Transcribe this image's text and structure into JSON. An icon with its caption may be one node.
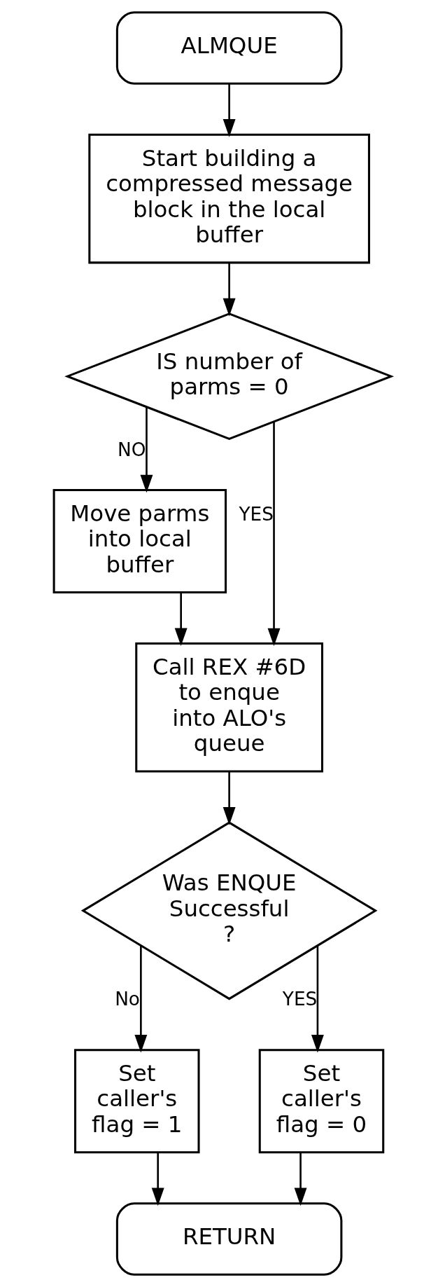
{
  "diagram": {
    "nodes": [
      {
        "text": [
          "ALMQUE"
        ]
      },
      {
        "text": [
          "Start building a compressed message block in the local buffer"
        ]
      },
      {
        "text": [
          "IS number of parms = 0"
        ]
      },
      {
        "text": [
          "Move parms into local buffer"
        ]
      },
      {
        "text": [
          "Call REX #6D to enque into ALO's queue"
        ]
      },
      {
        "text": [
          "Was ENQUE Successful ?"
        ]
      },
      {
        "text": [
          "Set caller's flag = 1"
        ]
      },
      {
        "text": [
          "Set caller's flag = 0"
        ]
      },
      {
        "text": [
          "RETURN"
        ]
      }
    ],
    "edges": [
      {
        "from": 0,
        "to": 1,
        "arrow": "to"
      },
      {
        "from": 1,
        "to": 2,
        "arrow": "to"
      },
      {
        "from": 2,
        "to": 3,
        "arrow": "to",
        "label": "NO"
      },
      {
        "from": 2,
        "to": 4,
        "arrow": "to",
        "label": "YES"
      },
      {
        "from": 3,
        "to": 4,
        "arrow": "to"
      },
      {
        "from": 4,
        "to": 5,
        "arrow": "to"
      },
      {
        "from": 5,
        "to": 6,
        "arrow": "to",
        "label": "No"
      },
      {
        "from": 5,
        "to": 7,
        "arrow": "to",
        "label": "YES"
      },
      {
        "from": 6,
        "to": 8,
        "arrow": "to"
      },
      {
        "from": 7,
        "to": 8,
        "arrow": "to"
      }
    ]
  }
}
